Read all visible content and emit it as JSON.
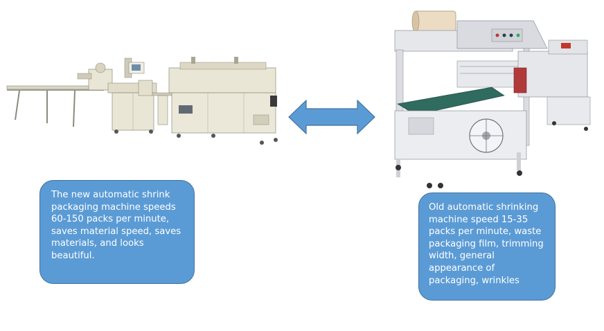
{
  "callouts": {
    "new_machine_text": "The new automatic shrink packaging machine speeds 60-150 packs per minute, saves material speed, saves materials, and looks beautiful.",
    "old_machine_text": "Old automatic shrinking machine speed 15-35 packs per minute, waste packaging film, trimming width, general appearance of packaging, wrinkles"
  },
  "images": {
    "new_machine_icon": "shrink-packaging-line-illustration",
    "old_machine_icon": "l-sealer-shrink-machine-illustration",
    "comparison_icon": "double-arrow-icon"
  },
  "colors": {
    "callout_fill": "#5b9bd5",
    "callout_border": "#41719c",
    "arrow_fill": "#5b9bd5",
    "machine_body": "#e9e6d6",
    "old_machine_body": "#e6e7eb",
    "conveyor_belt": "#2f6b5e",
    "red_tunnel": "#b03a3a"
  }
}
